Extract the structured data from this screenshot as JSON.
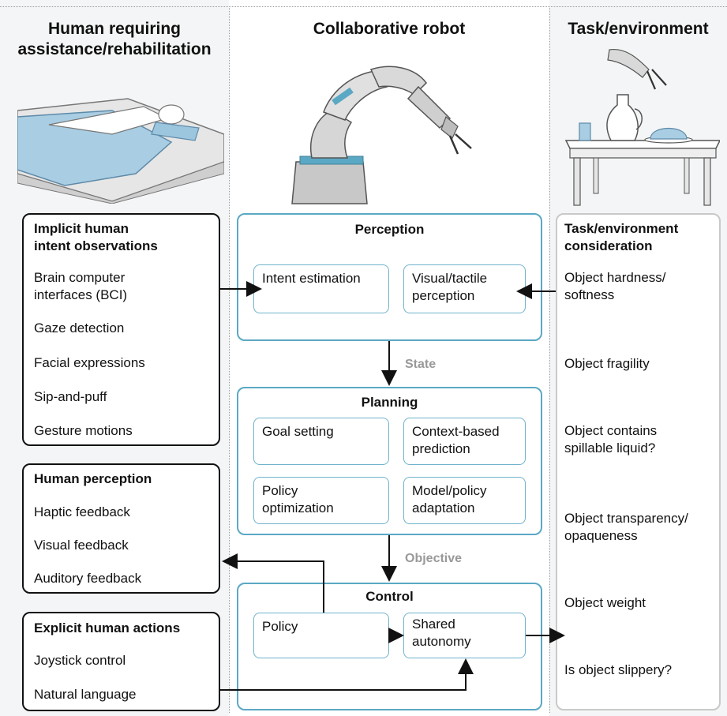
{
  "columns": {
    "left_title": "Human requiring\nassistance/rehabilitation",
    "mid_title": "Collaborative robot",
    "right_title": "Task/environment"
  },
  "implicit": {
    "title": "Implicit human\nintent observations",
    "items": [
      "Brain computer\ninterfaces (BCI)",
      "Gaze detection",
      "Facial expressions",
      "Sip-and-puff",
      "Gesture motions"
    ]
  },
  "human_perception": {
    "title": "Human perception",
    "items": [
      "Haptic feedback",
      "Visual feedback",
      "Auditory feedback"
    ]
  },
  "explicit": {
    "title": "Explicit human actions",
    "items": [
      "Joystick control",
      "Natural language"
    ]
  },
  "perception": {
    "title": "Perception",
    "sub": [
      "Intent estimation",
      "Visual/tactile\nperception"
    ]
  },
  "state_label": "State",
  "planning": {
    "title": "Planning",
    "sub": [
      "Goal setting",
      "Context-based\nprediction",
      "Policy\noptimization",
      "Model/policy\nadaptation"
    ]
  },
  "objective_label": "Objective",
  "control": {
    "title": "Control",
    "sub": [
      "Policy",
      "Shared\nautonomy"
    ]
  },
  "task": {
    "title": "Task/environment\nconsideration",
    "items": [
      "Object hardness/\nsoftness",
      "Object fragility",
      "Object contains\nspillable liquid?",
      "Object transparency/\nopaqueness",
      "Object weight",
      "Is object slippery?"
    ]
  }
}
